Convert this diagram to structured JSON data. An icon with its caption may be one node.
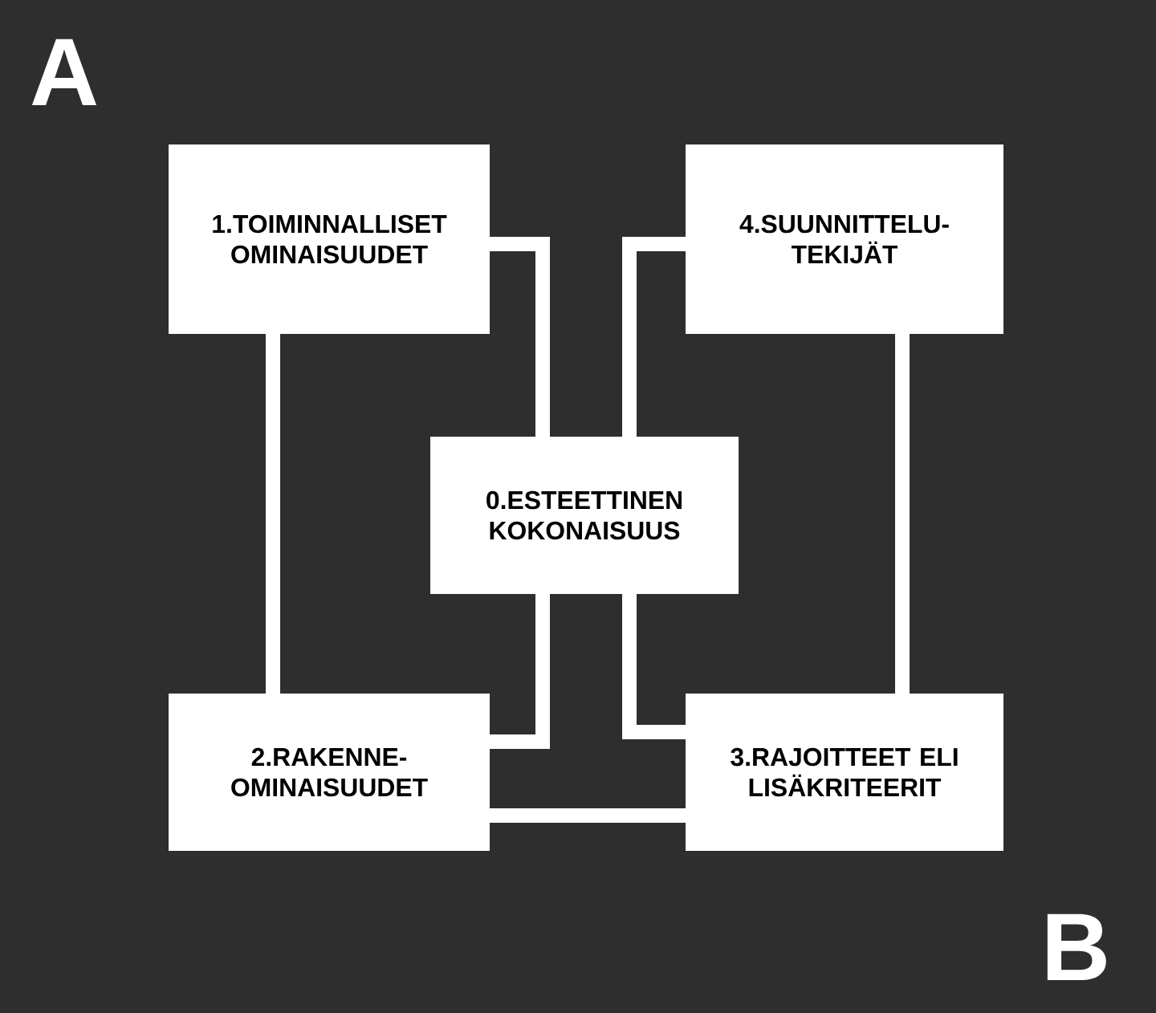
{
  "diagram": {
    "nodes": [
      {
        "text": [
          "1.TOIMINNALLISET OMINAISUUDET"
        ]
      },
      {
        "text": [
          "4.SUUNNITTELU- TEKIJÄT"
        ]
      },
      {
        "text": [
          "0.ESTEETTINEN KOKONAISUUS"
        ]
      },
      {
        "text": [
          "2.RAKENNE- OMINAISUUDET"
        ]
      },
      {
        "text": [
          "3.RAJOITTEET ELI LISÄKRITEERIT"
        ]
      }
    ],
    "edges": [
      {
        "from": 0,
        "to": 3,
        "arrow": "none"
      },
      {
        "from": 1,
        "to": 4,
        "arrow": "none"
      },
      {
        "from": 3,
        "to": 4,
        "arrow": "none"
      },
      {
        "from": 0,
        "to": 2,
        "arrow": "none"
      },
      {
        "from": 1,
        "to": 2,
        "arrow": "none"
      },
      {
        "from": 2,
        "to": 3,
        "arrow": "none"
      },
      {
        "from": 2,
        "to": 4,
        "arrow": "none"
      }
    ],
    "labels": [
      "A",
      "B"
    ]
  }
}
